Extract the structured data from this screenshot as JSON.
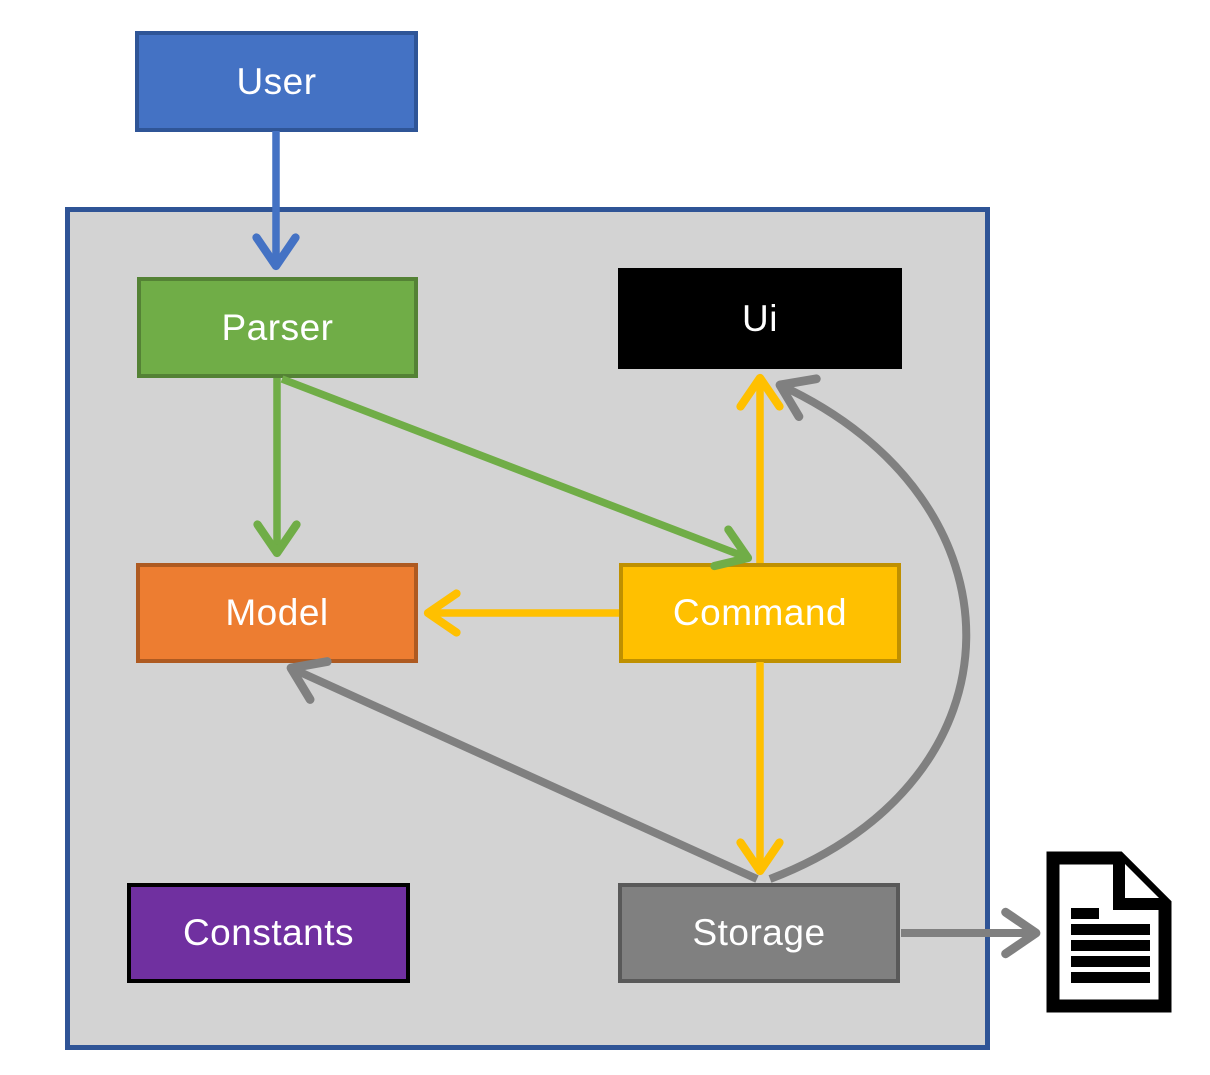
{
  "diagram": {
    "description": "Software architecture diagram with a system boundary box and component nodes connected by arrows",
    "container": {
      "fill": "#D3D3D3",
      "border_color": "#2F5496"
    },
    "nodes": {
      "user": {
        "label": "User",
        "fill": "#4472C4",
        "border_color": "#2F5597",
        "text_color": "#FFFFFF"
      },
      "parser": {
        "label": "Parser",
        "fill": "#70AD47",
        "border_color": "#548235",
        "text_color": "#FFFFFF"
      },
      "ui": {
        "label": "Ui",
        "fill": "#000000",
        "border_color": "#000000",
        "text_color": "#FFFFFF"
      },
      "model": {
        "label": "Model",
        "fill": "#ED7D31",
        "border_color": "#AE5A21",
        "text_color": "#FFFFFF"
      },
      "command": {
        "label": "Command",
        "fill": "#FFC000",
        "border_color": "#BF9000",
        "text_color": "#FFFFFF"
      },
      "constants": {
        "label": "Constants",
        "fill": "#7030A0",
        "border_color": "#000000",
        "text_color": "#FFFFFF"
      },
      "storage": {
        "label": "Storage",
        "fill": "#808080",
        "border_color": "#595959",
        "text_color": "#FFFFFF"
      }
    },
    "edges": [
      {
        "from": "User",
        "to": "Parser",
        "color": "#4472C4",
        "style": "straight"
      },
      {
        "from": "Parser",
        "to": "Model",
        "color": "#70AD47",
        "style": "straight"
      },
      {
        "from": "Parser",
        "to": "Command",
        "color": "#70AD47",
        "style": "straight"
      },
      {
        "from": "Command",
        "to": "Ui",
        "color": "#FFC000",
        "style": "straight"
      },
      {
        "from": "Command",
        "to": "Model",
        "color": "#FFC000",
        "style": "straight"
      },
      {
        "from": "Command",
        "to": "Storage",
        "color": "#FFC000",
        "style": "straight"
      },
      {
        "from": "Storage",
        "to": "Ui",
        "color": "#808080",
        "style": "curved"
      },
      {
        "from": "Storage",
        "to": "Model",
        "color": "#808080",
        "style": "straight"
      },
      {
        "from": "Storage",
        "to": "Document",
        "color": "#808080",
        "style": "straight"
      }
    ],
    "icons": {
      "document": "document-file-icon"
    }
  }
}
